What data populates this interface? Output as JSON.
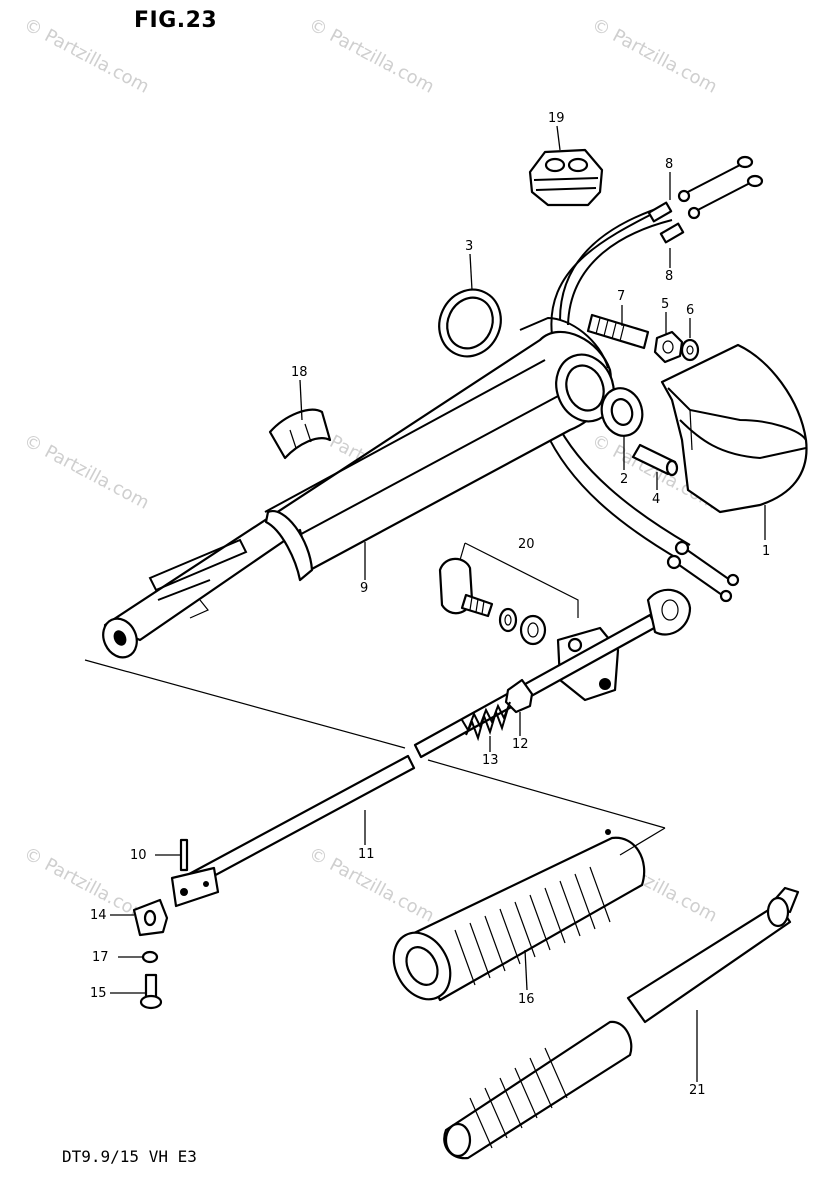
{
  "figure": {
    "title": "FIG.23",
    "model_code": "DT9.9/15 VH E3"
  },
  "watermark": {
    "text": "© Partzilla.com"
  },
  "parts": [
    {
      "id": "p1",
      "label": "1"
    },
    {
      "id": "p2",
      "label": "2"
    },
    {
      "id": "p3",
      "label": "3"
    },
    {
      "id": "p4",
      "label": "4"
    },
    {
      "id": "p5",
      "label": "5"
    },
    {
      "id": "p6",
      "label": "6"
    },
    {
      "id": "p7",
      "label": "7"
    },
    {
      "id": "p8a",
      "label": "8"
    },
    {
      "id": "p8b",
      "label": "8"
    },
    {
      "id": "p9",
      "label": "9"
    },
    {
      "id": "p10",
      "label": "10"
    },
    {
      "id": "p11",
      "label": "11"
    },
    {
      "id": "p12",
      "label": "12"
    },
    {
      "id": "p13",
      "label": "13"
    },
    {
      "id": "p14",
      "label": "14"
    },
    {
      "id": "p15",
      "label": "15"
    },
    {
      "id": "p16",
      "label": "16"
    },
    {
      "id": "p17",
      "label": "17"
    },
    {
      "id": "p18",
      "label": "18"
    },
    {
      "id": "p19",
      "label": "19"
    },
    {
      "id": "p20",
      "label": "20"
    },
    {
      "id": "p21",
      "label": "21"
    }
  ]
}
